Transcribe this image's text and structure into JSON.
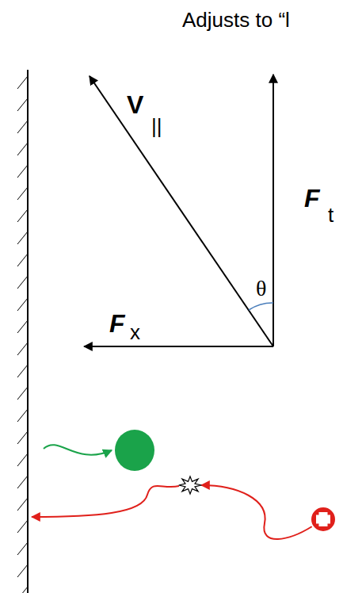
{
  "diagram": {
    "labels": [
      "Adjusts to “l",
      "V",
      "||",
      "F",
      "t",
      "θ",
      "F",
      "x"
    ]
  }
}
